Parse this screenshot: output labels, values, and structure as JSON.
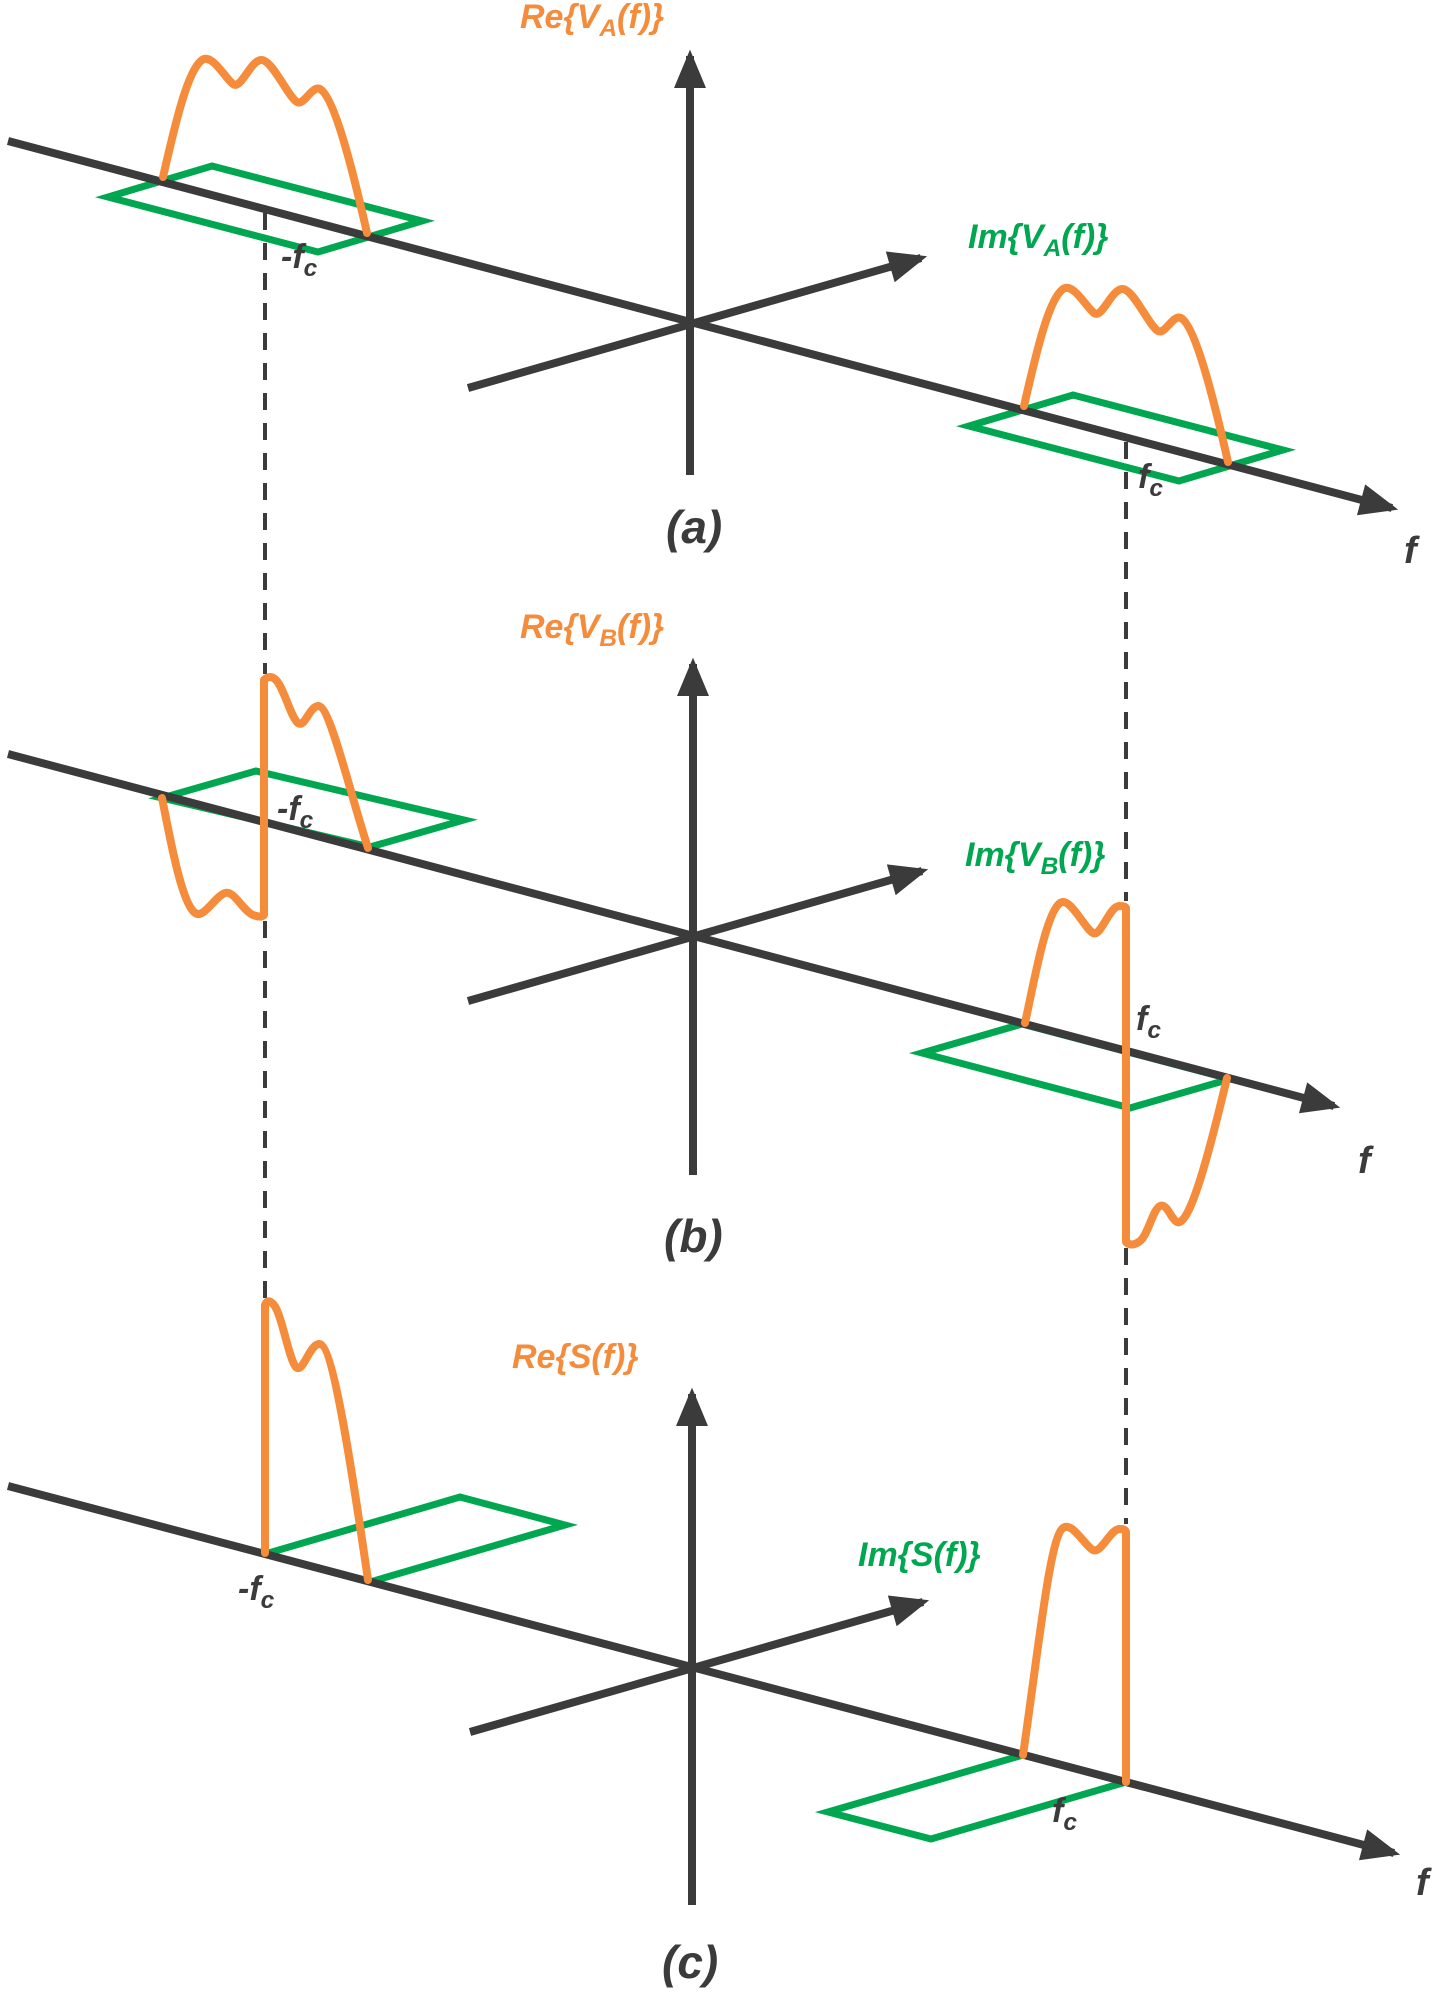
{
  "figure": {
    "title": "Three-panel 3D frequency-spectrum diagram (real vs imaginary parts vs frequency)",
    "colors": {
      "spectrum_orange": "#F58C3C",
      "imaginary_green": "#00A750",
      "axis_dark": "#3B3B3B",
      "background": "#FFFFFF"
    },
    "panels": [
      {
        "id": "a",
        "caption": "(a)",
        "re_axis_label": {
          "pre": "Re{V",
          "sub": "A",
          "post": "(f)}"
        },
        "im_axis_label": {
          "pre": "Im{V",
          "sub": "A",
          "post": "(f)}"
        },
        "f_axis_label": "f",
        "neg_carrier_label": {
          "pre": "-f",
          "sub": "c"
        },
        "pos_carrier_label": {
          "pre": "f",
          "sub": "c"
        }
      },
      {
        "id": "b",
        "caption": "(b)",
        "re_axis_label": {
          "pre": "Re{V",
          "sub": "B",
          "post": "(f)}"
        },
        "im_axis_label": {
          "pre": "Im{V",
          "sub": "B",
          "post": "(f)}"
        },
        "f_axis_label": "f",
        "neg_carrier_label": {
          "pre": "-f",
          "sub": "c"
        },
        "pos_carrier_label": {
          "pre": "f",
          "sub": "c"
        }
      },
      {
        "id": "c",
        "caption": "(c)",
        "re_axis_label": {
          "pre": "Re{S(f)}",
          "sub": "",
          "post": ""
        },
        "im_axis_label": {
          "pre": "Im{S(f)}",
          "sub": "",
          "post": ""
        },
        "f_axis_label": "f",
        "neg_carrier_label": {
          "pre": "-f",
          "sub": "c"
        },
        "pos_carrier_label": {
          "pre": "f",
          "sub": "c"
        }
      }
    ]
  }
}
